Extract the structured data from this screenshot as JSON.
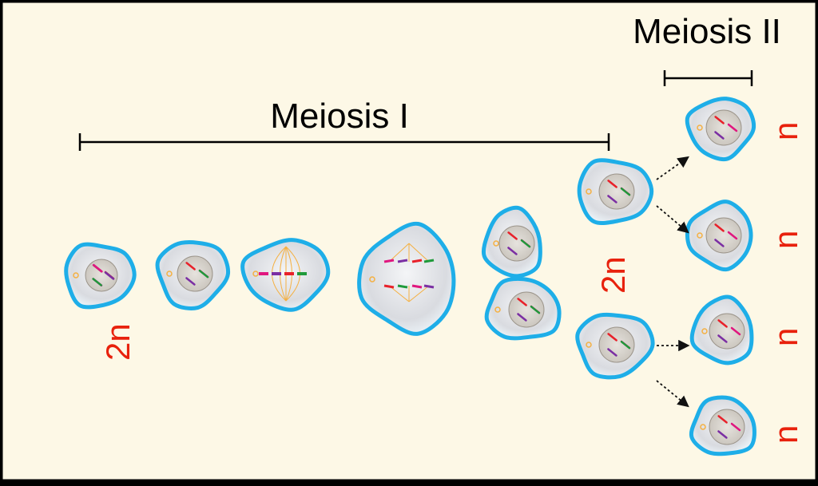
{
  "title_meiosis_1": "Meiosis I",
  "title_meiosis_2": "Meiosis II",
  "ploidy_labels": {
    "start": "2n",
    "after_meiosis_1": "2n",
    "gametes": [
      "n",
      "n",
      "n",
      "n"
    ]
  },
  "colors": {
    "background": "#fdf8e6",
    "membrane": "#1eaee8",
    "ploidy_text": "#e8210c",
    "spindle": "#f5b041",
    "chromosomes": [
      "#e0177f",
      "#7b2fa3",
      "#e8212a",
      "#1f9a3a"
    ]
  }
}
